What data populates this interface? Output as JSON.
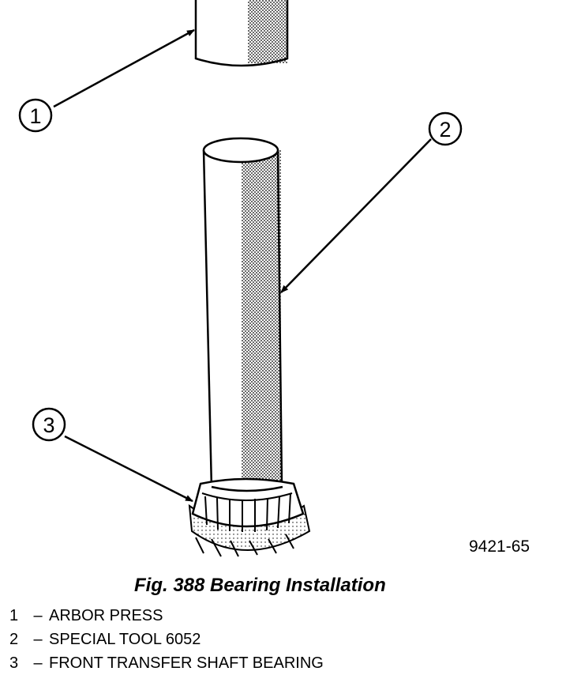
{
  "figure": {
    "callouts": [
      {
        "number": "1"
      },
      {
        "number": "2"
      },
      {
        "number": "3"
      }
    ],
    "figure_code": "9421-65"
  },
  "caption": "Fig. 388 Bearing Installation",
  "legend": [
    {
      "number": "1",
      "dash": "–",
      "text": "ARBOR PRESS"
    },
    {
      "number": "2",
      "dash": "–",
      "text": "SPECIAL TOOL 6052"
    },
    {
      "number": "3",
      "dash": "–",
      "text": "FRONT TRANSFER SHAFT BEARING"
    }
  ]
}
